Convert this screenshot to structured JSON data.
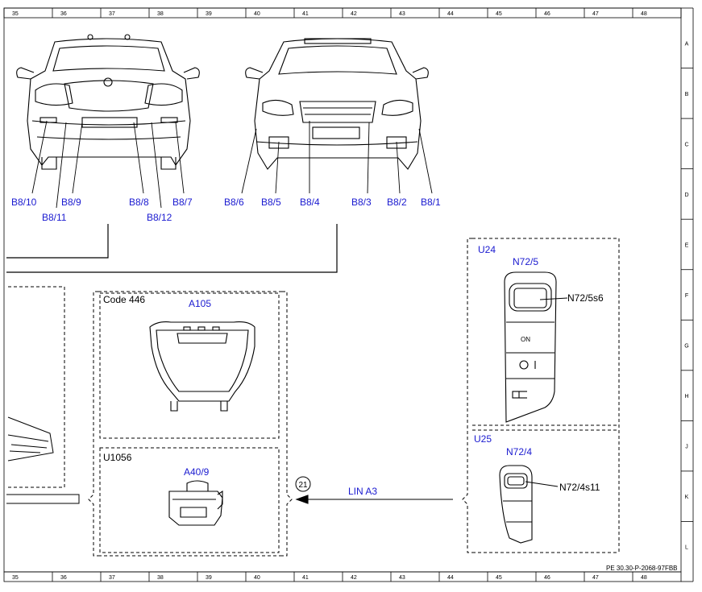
{
  "grid": {
    "columns": [
      "35",
      "36",
      "37",
      "38",
      "39",
      "40",
      "41",
      "42",
      "43",
      "44",
      "45",
      "46",
      "47",
      "48"
    ],
    "rows": [
      "A",
      "B",
      "C",
      "D",
      "E",
      "F",
      "G",
      "H",
      "J",
      "K",
      "L"
    ]
  },
  "rear_labels": [
    "B8/10",
    "B8/11",
    "B8/9",
    "B8/8",
    "B8/12",
    "B8/7"
  ],
  "front_labels": [
    "B8/6",
    "B8/5",
    "B8/4",
    "B8/3",
    "B8/2",
    "B8/1"
  ],
  "module_code": {
    "code_label": "Code 446",
    "part_label": "A105"
  },
  "module_u1056": {
    "code_label": "U1056",
    "part_label": "A40/9"
  },
  "connector": {
    "circle_number": "21",
    "bus_label": "LIN A3"
  },
  "u24": {
    "code_label": "U24",
    "part_label": "N72/5",
    "switch_label": "N72/5s6",
    "on_text": "ON"
  },
  "u25": {
    "code_label": "U25",
    "part_label": "N72/4",
    "switch_label": "N72/4s11"
  },
  "reference": "PE 30.30-P-2068-97FBB"
}
